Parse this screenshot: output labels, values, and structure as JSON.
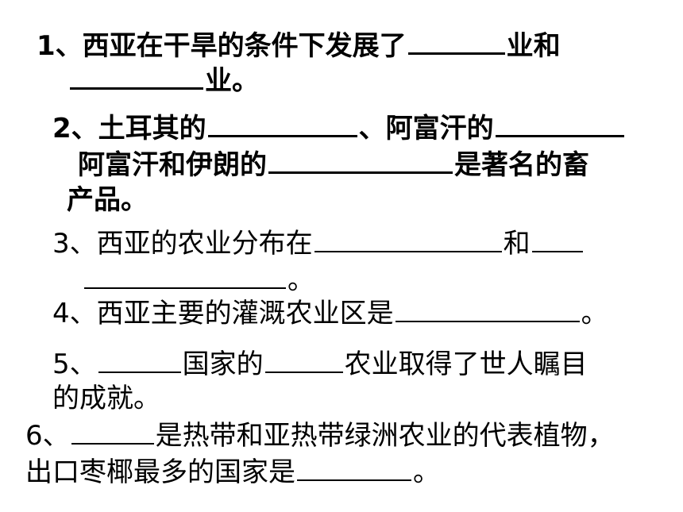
{
  "questions": [
    {
      "id": "1",
      "bold": true,
      "lines": [
        {
          "text_a": "1、西亚在干旱的条件下发展了",
          "text_b": "业和"
        },
        {
          "text_a": "",
          "text_b": "业。"
        }
      ]
    },
    {
      "id": "2",
      "bold": true,
      "lines": [
        {
          "text_a": "2、土耳其的",
          "text_b": "、阿富汗的"
        },
        {
          "text_a": "阿富汗和伊朗的",
          "text_b": "是著名的畜"
        },
        {
          "text_a": "产品。",
          "text_b": ""
        }
      ]
    },
    {
      "id": "3",
      "bold": false,
      "lines": [
        {
          "text_a": "3、西亚的农业分布在",
          "text_b": "和"
        },
        {
          "text_a": "",
          "text_b": "。"
        }
      ]
    },
    {
      "id": "4",
      "bold": false,
      "lines": [
        {
          "text_a": "4、西亚主要的灌溉农业区是",
          "text_b": "。"
        }
      ]
    },
    {
      "id": "5",
      "bold": false,
      "lines": [
        {
          "text_a": "5、",
          "text_b": "国家的",
          "text_c": "农业取得了世人瞩目"
        },
        {
          "text_a": "的成就。",
          "text_b": ""
        }
      ]
    },
    {
      "id": "6",
      "bold": false,
      "lines": [
        {
          "text_a": "6、",
          "text_b": "是热带和亚热带绿洲农业的代表植物，"
        },
        {
          "text_a": "出口枣椰最多的国家是",
          "text_b": "。"
        }
      ]
    }
  ]
}
